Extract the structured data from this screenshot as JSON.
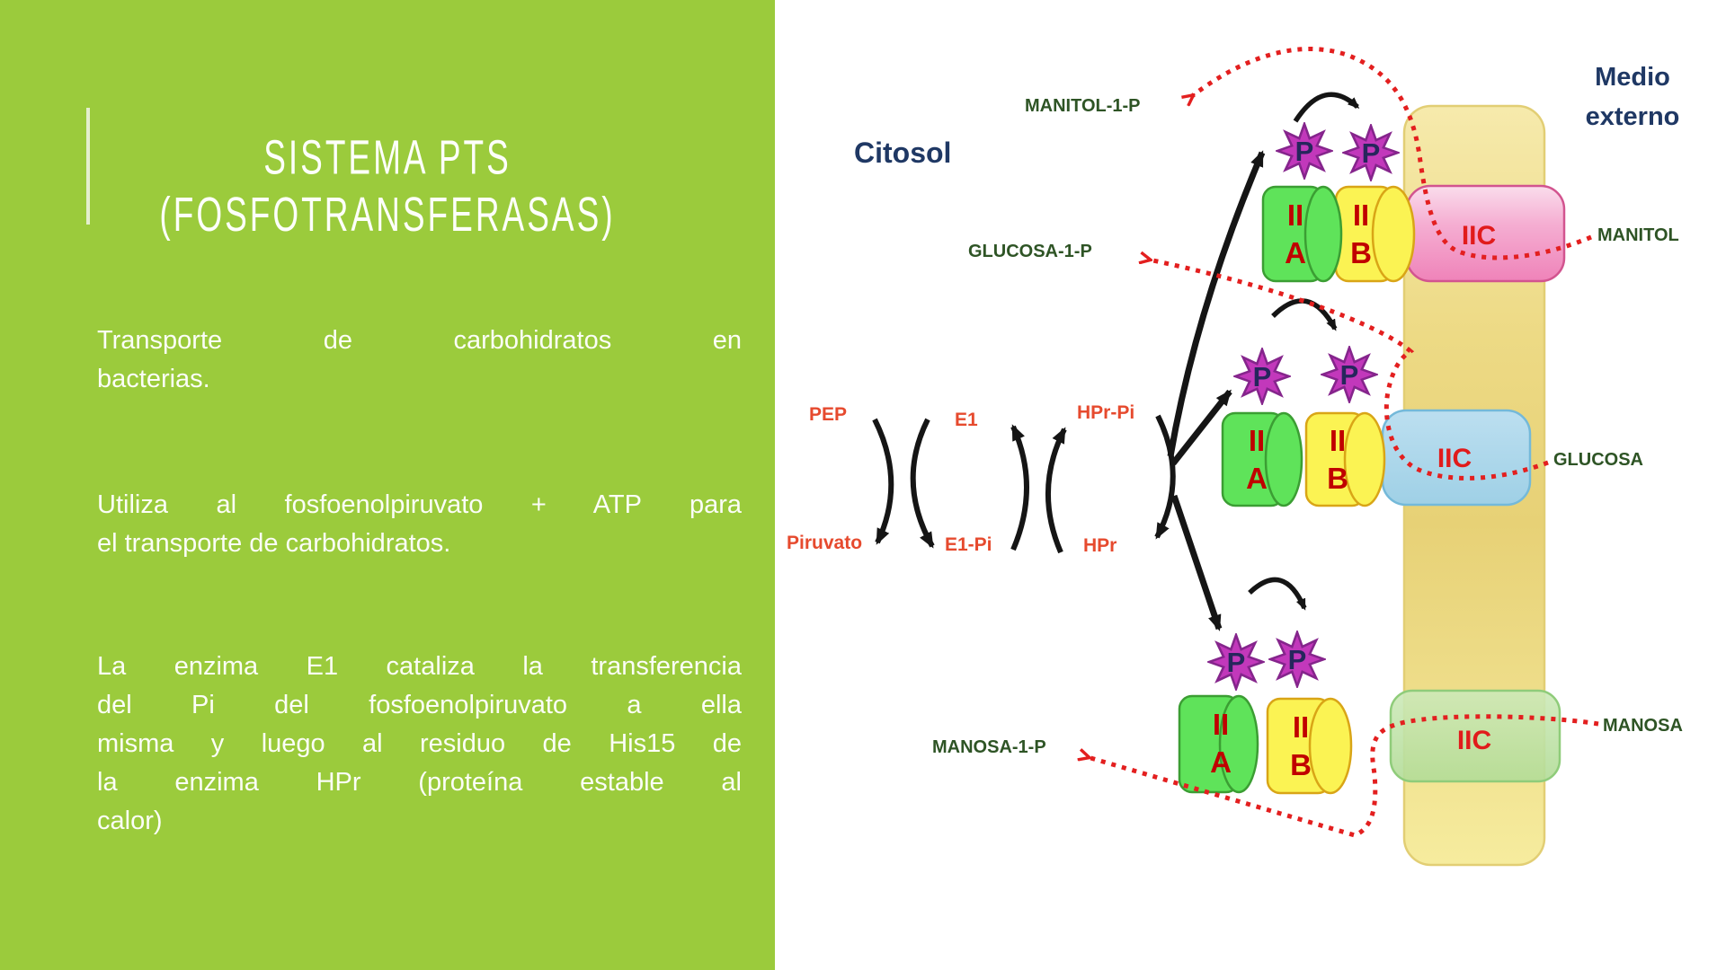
{
  "slide": {
    "title_line1": "SISTEMA PTS",
    "title_line2": "(FOSFOTRANSFERASAS)",
    "paragraphs": [
      {
        "lines": [
          "Transporte de carbohidratos en",
          "bacterias."
        ]
      },
      {
        "lines": [
          "Utiliza al fosfoenolpiruvato + ATP para",
          "el transporte de carbohidratos."
        ]
      },
      {
        "lines": [
          "La enzima E1 cataliza la transferencia",
          "del Pi del fosfoenolpiruvato a ella",
          "misma y luego al residuo de His15 de",
          "la enzima HPr (proteína estable al",
          "calor)"
        ]
      }
    ]
  },
  "diagram": {
    "regions": {
      "cytosol": "Citosol",
      "external_medium": "Medio externo"
    },
    "products": {
      "manitol1p": "MANITOL-1-P",
      "glucosa1p": "GLUCOSA-1-P",
      "manosa1p": "MANOSA-1-P"
    },
    "sugars": {
      "manitol": "MANITOL",
      "glucosa": "GLUCOSA",
      "manosa": "MANOSA"
    },
    "reaction": {
      "pep": "PEP",
      "piruvato": "Piruvato",
      "e1": "E1",
      "e1pi": "E1-Pi",
      "hprpi": "HPr-Pi",
      "hpr": "HPr"
    },
    "units": {
      "iia": "II\nA",
      "iib": "II\nB",
      "iic": "IIC",
      "phosphate": "P"
    },
    "colors": {
      "panel_green": "#9BCB3C",
      "navy": "#1F3864",
      "label_green": "#2E5425",
      "reaction_red": "#E64A2E",
      "unit_red": "#C00000",
      "dotted_red": "#E31F1F",
      "membrane_yellow": "#E7D176",
      "iic_manitol_pink": "#EF83B9",
      "iic_glucosa_blue": "#ABD8EB",
      "iic_manosa_green": "#C3E4AC",
      "cylinder_green": "#5FE35A",
      "cylinder_yellow": "#FBF353",
      "star_magenta": "#C238BB"
    }
  }
}
